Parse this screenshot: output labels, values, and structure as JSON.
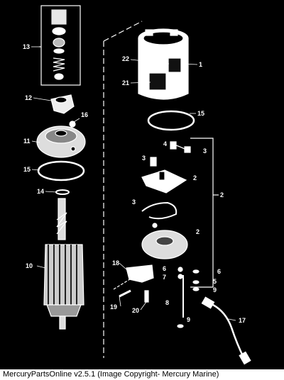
{
  "diagram": {
    "callouts": {
      "c1": "1",
      "c2a": "2",
      "c2b": "2",
      "c2c": "2",
      "c3a": "3",
      "c3b": "3",
      "c3c": "3",
      "c4": "4",
      "c5": "5",
      "c6a": "6",
      "c6b": "6",
      "c7": "7",
      "c8": "8",
      "c9a": "9",
      "c9b": "9",
      "c10": "10",
      "c11": "11",
      "c12": "12",
      "c13": "13",
      "c14": "14",
      "c15a": "15",
      "c15b": "15",
      "c16": "16",
      "c17": "17",
      "c18": "18",
      "c19": "19",
      "c20": "20",
      "c21": "21",
      "c22": "22"
    }
  },
  "caption": "MercuryPartsOnline v2.5.1 (Image Copyright- Mercury Marine)",
  "colors": {
    "background": "#000000",
    "line": "#ffffff",
    "caption_bg": "#ffffff"
  }
}
